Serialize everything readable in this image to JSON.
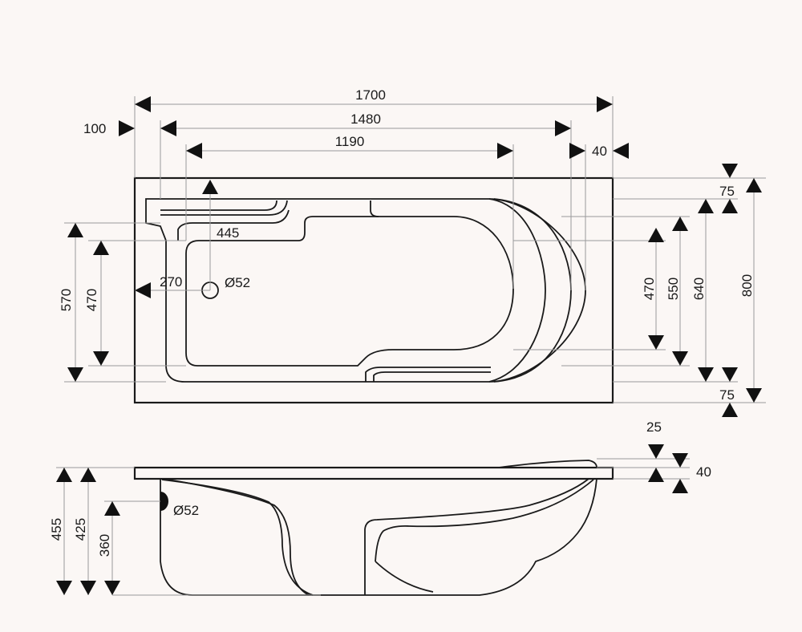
{
  "dimensions": {
    "d1700": "1700",
    "d1480": "1480",
    "d1190": "1190",
    "d100": "100",
    "d40_top": "40",
    "d75_top": "75",
    "d800": "800",
    "d640": "640",
    "d550": "550",
    "d470_right": "470",
    "d75_bottom": "75",
    "d570": "570",
    "d470_left": "470",
    "d445": "445",
    "d270": "270",
    "drain_top": "Ø52",
    "d25": "25",
    "d40_side": "40",
    "d455": "455",
    "d425": "425",
    "d360": "360",
    "drain_side": "Ø52"
  },
  "colors": {
    "background": "#fbf7f5",
    "line": "#1a1a1a",
    "guide": "#9a9a9a"
  }
}
